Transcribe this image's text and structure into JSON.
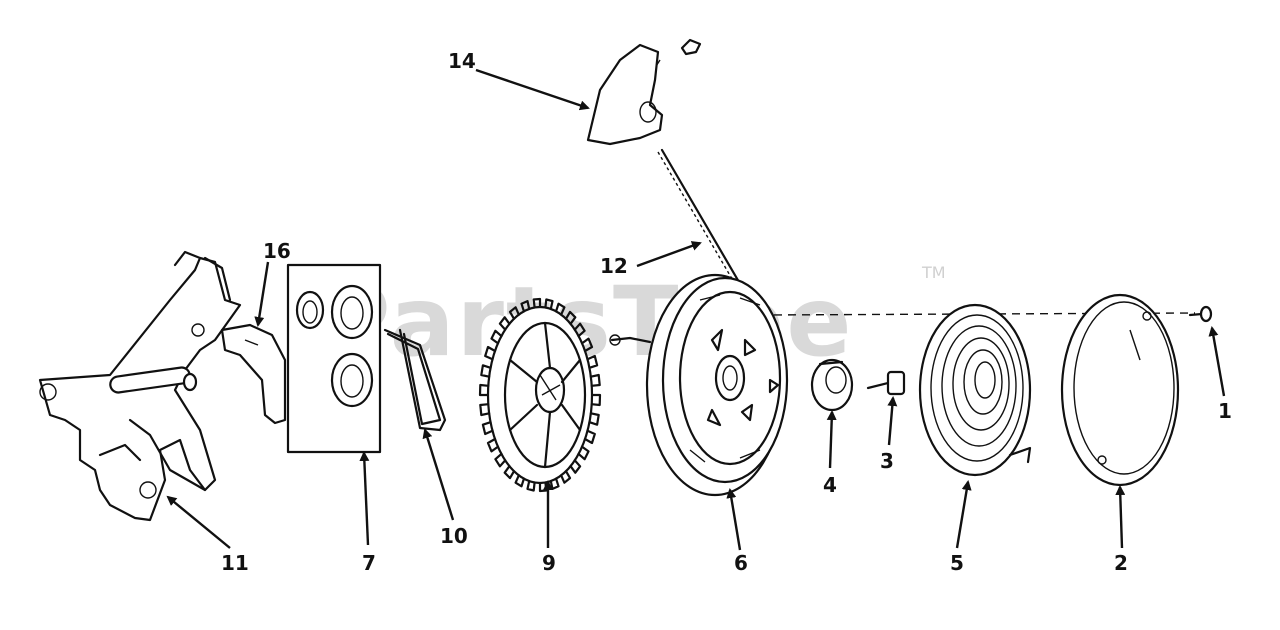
{
  "watermark": {
    "text": "PartsTree",
    "trademark": "TM"
  },
  "callouts": [
    {
      "id": "callout-1",
      "label": "1"
    },
    {
      "id": "callout-2",
      "label": "2"
    },
    {
      "id": "callout-3",
      "label": "3"
    },
    {
      "id": "callout-4",
      "label": "4"
    },
    {
      "id": "callout-5",
      "label": "5"
    },
    {
      "id": "callout-6",
      "label": "6"
    },
    {
      "id": "callout-7",
      "label": "7"
    },
    {
      "id": "callout-9",
      "label": "9"
    },
    {
      "id": "callout-10",
      "label": "10"
    },
    {
      "id": "callout-11",
      "label": "11"
    },
    {
      "id": "callout-12",
      "label": "12"
    },
    {
      "id": "callout-14",
      "label": "14"
    },
    {
      "id": "callout-16",
      "label": "16"
    }
  ]
}
